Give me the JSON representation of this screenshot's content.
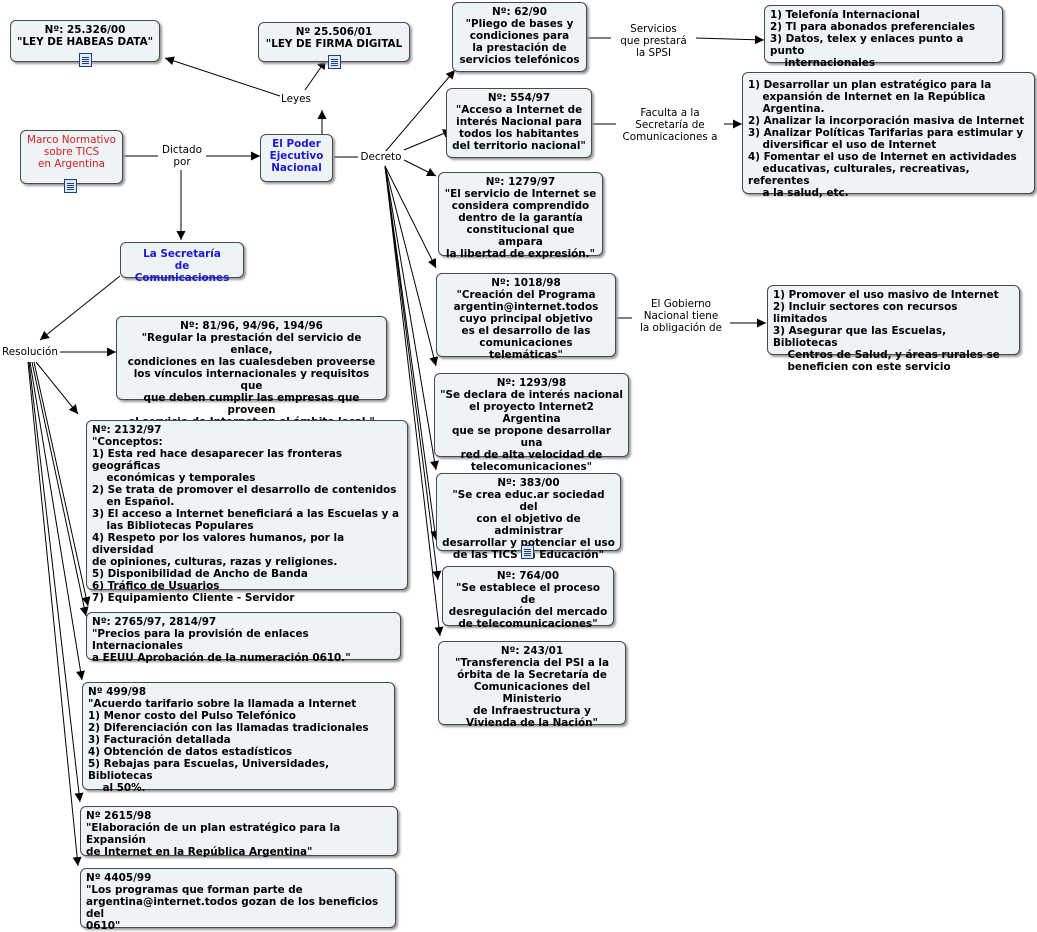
{
  "nodes": {
    "marco": "Marco Normativo\nsobre TICS\nen Argentina",
    "poder": "El Poder\nEjecutivo\nNacional",
    "secretaria": "La Secretaría\nde Comunicaciones",
    "ley1": "Nº: 25.326/00\n\"LEY DE HABEAS DATA\"",
    "ley2": "Nº 25.506/01\n\"LEY DE FIRMA DIGITAL",
    "d62": "Nº: 62/90\n\"Pliego de bases y\ncondiciones para\nla prestación de\nservicios telefónicos",
    "d62list": "1) Telefonía Internacional\n2) TI para abonados preferenciales\n3) Datos, telex y enlaces punto a punto\n    internacionales",
    "d554": "Nº: 554/97\n\"Acceso a Internet de\ninterés Nacional para\ntodos los habitantes\ndel territorio nacional\"",
    "d554list": "1) Desarrollar un plan estratégico para la\n    expansión de Internet en la República\n    Argentina.\n2) Analizar la incorporación masiva de Internet\n3) Analizar Políticas Tarifarias para estimular y\n    diversificar el uso de Internet\n4) Fomentar el uso de Internet en actividades\n    educativas, culturales, recreativas, referentes\n    a la salud, etc.",
    "d1279": "Nº: 1279/97\n\"El servicio de Internet se\nconsidera comprendido\ndentro de la garantía\nconstitucional que ampara\nla libertad de expresión.\"",
    "d1018": "Nº: 1018/98\n\"Creación del Programa\nargentin@internet.todos\ncuyo principal objetivo\nes el desarrollo de las\ncomunicaciones telemáticas\"",
    "d1018list": "1) Promover el uso masivo de Internet\n2) Incluir sectores con recursos limitados\n3) Asegurar que las Escuelas, Bibliotecas\n    Centros de Salud, y áreas rurales se\n    beneficien con este servicio",
    "d1293": "Nº: 1293/98\n\"Se declara de interés nacional\nel proyecto Internet2 Argentina\nque se propone desarrollar una\nred de alta velocidad de\ntelecomunicaciones\"",
    "d383": "Nº: 383/00\n\"Se crea educ.ar sociedad del\ncon el objetivo de administrar\ndesarrollar y potenciar el uso\nde las TICS en Educación\"",
    "d764": "Nº: 764/00\n\"Se establece el proceso de\ndesregulación del mercado\nde telecomunicaciones\"",
    "d243": "Nº: 243/01\n\"Transferencia del PSI a la\nórbita de la Secretaría de\nComunicaciones del Ministerio\nde Infraestructura y\nVivienda de la Nación\"",
    "r81": "Nº: 81/96, 94/96, 194/96\n\"Regular la prestación del servicio de enlace,\ncondiciones en las cualesdeben proveerse\nlos vínculos internacionales y requisitos que\nque deben cumplir las empresas que proveen\nel servicio de Internet en el ámbito local.\"",
    "r2132": "Nº: 2132/97\n\"Conceptos:\n1) Esta red hace desaparecer las fronteras geográficas\n    económicas y temporales\n2) Se trata de promover el desarrollo de contenidos\n    en Español.\n3) El acceso a Internet beneficiará a las Escuelas y a\n    las Bibliotecas Populares\n4) Respeto por los valores humanos, por la diversidad\nde opiniones, culturas, razas y religiones.\n5) Disponibilidad de Ancho de Banda\n6) Tráfico de Usuarios\n7) Equipamiento Cliente - Servidor",
    "r2765": "Nº: 2765/97, 2814/97\n\"Precios para la provisión de enlaces Internacionales\na EEUU Aprobación de la numeración 0610.\"",
    "r499": "Nº 499/98\n\"Acuerdo tarifario sobre la llamada a Internet\n1) Menor costo del Pulso Telefónico\n2) Diferenciación con las llamadas tradicionales\n3) Facturación detallada\n4) Obtención de datos estadísticos\n5) Rebajas para Escuelas, Universidades, Bibliotecas\n    al 50%.",
    "r2615": "Nº 2615/98\n\"Elaboración de un plan estratégico para la Expansión\nde Internet en la República Argentina\"",
    "r4405": "Nº 4405/99\n\"Los programas que forman parte de\nargentina@internet.todos gozan de los beneficios del\n0610\""
  },
  "labels": {
    "dictado": "Dictado\npor",
    "leyes": "Leyes",
    "decreto": "Decreto",
    "resolucion": "Resolución",
    "servicios": "Servicios\nque prestará\nla SPSI",
    "faculta": "Faculta a la\nSecretaría de\nComunicaciones a",
    "gobierno": "El Gobierno\nNacional tiene\nla obligación de"
  },
  "icons": [
    "document-icon"
  ],
  "colors": {
    "node_fill": "#eef3f6",
    "accent_blue": "#1a1ad0",
    "accent_red": "#d02020"
  }
}
